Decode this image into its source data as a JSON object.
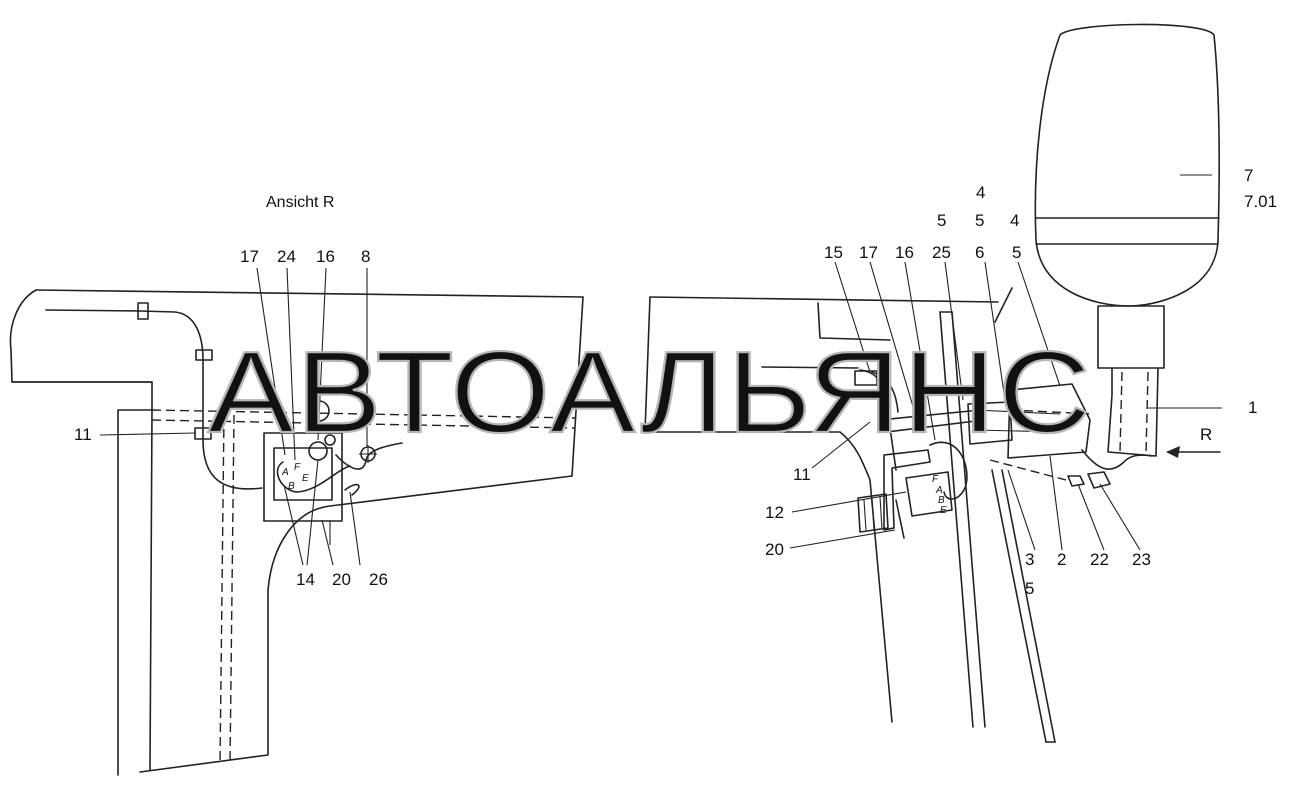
{
  "watermark": "АВТОАЛЬЯНС",
  "left_view": {
    "title": "Ansicht R",
    "callouts": [
      "17",
      "24",
      "16",
      "8",
      "11",
      "14",
      "20",
      "26"
    ],
    "valve_letters": [
      "A",
      "F",
      "E",
      "B"
    ]
  },
  "right_view": {
    "callouts": [
      "7",
      "7.01",
      "4",
      "5",
      "4",
      "5",
      "6",
      "25",
      "16",
      "17",
      "15",
      "1",
      "R",
      "11",
      "12",
      "20",
      "3",
      "5",
      "2",
      "22",
      "23"
    ],
    "valve_letters": [
      "F",
      "A",
      "B",
      "E"
    ]
  }
}
